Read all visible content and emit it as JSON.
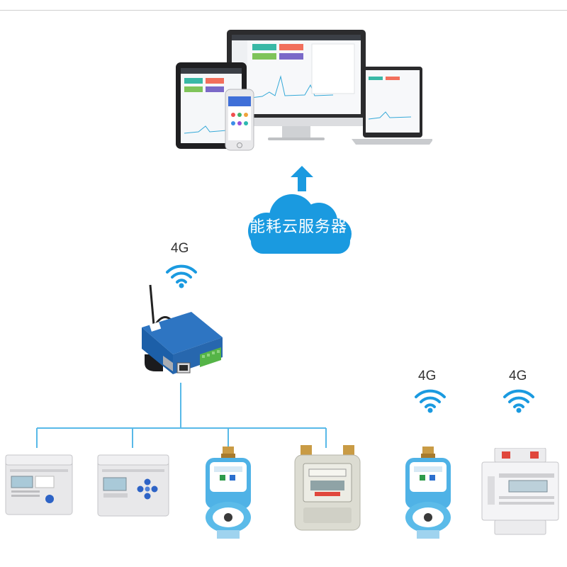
{
  "cloud": {
    "label": "能耗云服务器"
  },
  "signals": [
    {
      "label": "4G"
    },
    {
      "label": "4G"
    },
    {
      "label": "4G"
    }
  ],
  "colors": {
    "accent_blue": "#1a9ae0",
    "bus_line": "#58b9e8",
    "gateway_blue": "#1c5fa8",
    "terminal_green": "#55b447",
    "meter_gray": "#e8e8ea",
    "water_meter_blue": "#4fb2e6"
  },
  "icons": [
    "monitor-icon",
    "laptop-icon",
    "tablet-icon",
    "phone-icon",
    "up-arrow-icon",
    "cloud-icon",
    "wifi-icon",
    "gateway-icon",
    "electric-meter-icon",
    "water-meter-icon",
    "gas-meter-icon"
  ]
}
